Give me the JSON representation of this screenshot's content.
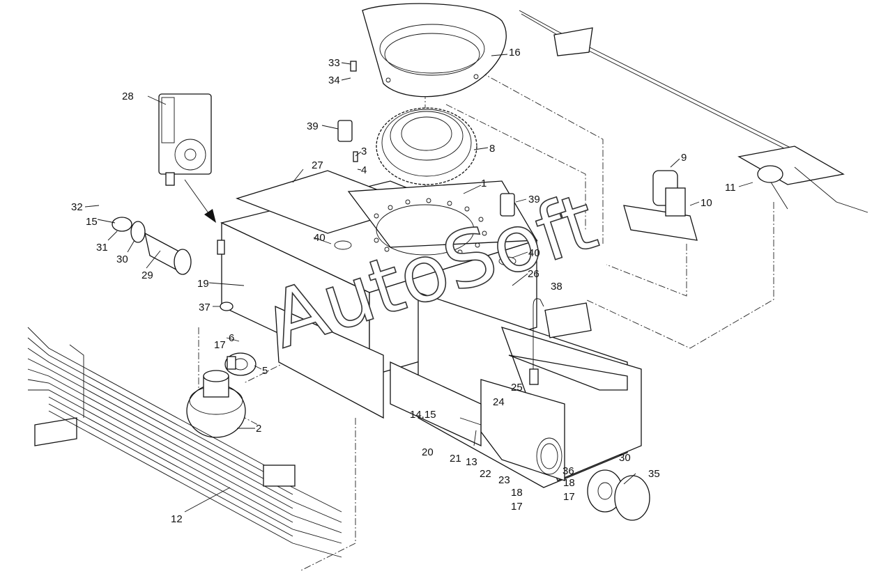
{
  "watermark": "AutoSoft",
  "callouts": [
    {
      "id": "c1",
      "text": "1"
    },
    {
      "id": "c2",
      "text": "2"
    },
    {
      "id": "c3",
      "text": "3"
    },
    {
      "id": "c4",
      "text": "4"
    },
    {
      "id": "c5",
      "text": "5"
    },
    {
      "id": "c6",
      "text": "6"
    },
    {
      "id": "c8",
      "text": "8"
    },
    {
      "id": "c9",
      "text": "9"
    },
    {
      "id": "c10",
      "text": "10"
    },
    {
      "id": "c11",
      "text": "11"
    },
    {
      "id": "c12",
      "text": "12"
    },
    {
      "id": "c13",
      "text": "13"
    },
    {
      "id": "c14",
      "text": "14,15"
    },
    {
      "id": "c15",
      "text": "15"
    },
    {
      "id": "c16",
      "text": "16"
    },
    {
      "id": "c17a",
      "text": "17"
    },
    {
      "id": "c17b",
      "text": "17"
    },
    {
      "id": "c17c",
      "text": "17"
    },
    {
      "id": "c18a",
      "text": "18"
    },
    {
      "id": "c18b",
      "text": "18"
    },
    {
      "id": "c19",
      "text": "19"
    },
    {
      "id": "c20",
      "text": "20"
    },
    {
      "id": "c21",
      "text": "21"
    },
    {
      "id": "c22",
      "text": "22"
    },
    {
      "id": "c23",
      "text": "23"
    },
    {
      "id": "c24",
      "text": "24"
    },
    {
      "id": "c25",
      "text": "25"
    },
    {
      "id": "c26",
      "text": "26"
    },
    {
      "id": "c27",
      "text": "27"
    },
    {
      "id": "c28",
      "text": "28"
    },
    {
      "id": "c29",
      "text": "29"
    },
    {
      "id": "c30a",
      "text": "30"
    },
    {
      "id": "c30b",
      "text": "30"
    },
    {
      "id": "c31",
      "text": "31"
    },
    {
      "id": "c32",
      "text": "32"
    },
    {
      "id": "c33",
      "text": "33"
    },
    {
      "id": "c34",
      "text": "34"
    },
    {
      "id": "c35",
      "text": "35"
    },
    {
      "id": "c36",
      "text": "36"
    },
    {
      "id": "c37",
      "text": "37"
    },
    {
      "id": "c38",
      "text": "38"
    },
    {
      "id": "c39a",
      "text": "39"
    },
    {
      "id": "c39b",
      "text": "39"
    },
    {
      "id": "c40a",
      "text": "40"
    },
    {
      "id": "c40b",
      "text": "40"
    }
  ]
}
